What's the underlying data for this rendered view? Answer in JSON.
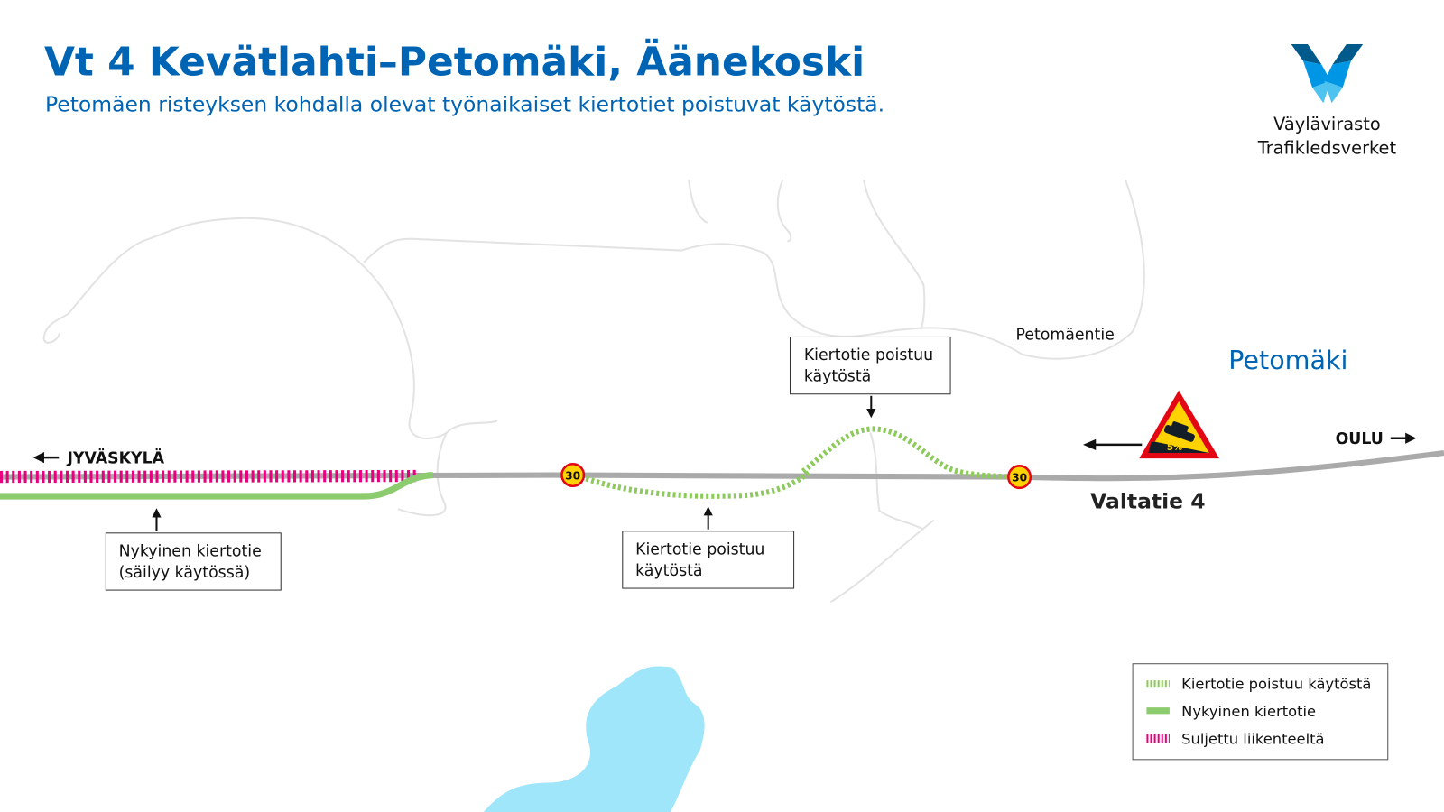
{
  "header": {
    "title": "Vt 4 Kevätlahti–Petomäki, Äänekoski",
    "subtitle": "Petomäen risteyksen kohdalla olevat työnaikaiset kiertotiet poistuvat käytöstä."
  },
  "logo": {
    "line1": "Väylävirasto",
    "line2": "Trafikledsverket",
    "colors": [
      "#005a8c",
      "#0096e6",
      "#4ec3f0"
    ]
  },
  "map": {
    "directions": {
      "west": "JYVÄSKYLÄ",
      "east": "OULU"
    },
    "street_label": "Petomäentie",
    "place_label": "Petomäki",
    "road_label": "Valtatie 4",
    "speed_limit": "30",
    "slope_sign": "5%",
    "callouts": [
      {
        "line1": "Kiertotie poistuu",
        "line2": "käytöstä"
      },
      {
        "line1": "Kiertotie poistuu",
        "line2": "käytöstä"
      },
      {
        "line1": "Nykyinen kiertotie",
        "line2": "(säilyy käytössä)"
      }
    ]
  },
  "legend": {
    "items": [
      {
        "label": "Kiertotie poistuu käytöstä",
        "color": "#8ccb5a"
      },
      {
        "label": "Nykyinen kiertotie",
        "color": "#8ccb6e"
      },
      {
        "label": "Suljettu liikenteeltä",
        "color": "#e6007e"
      }
    ]
  }
}
